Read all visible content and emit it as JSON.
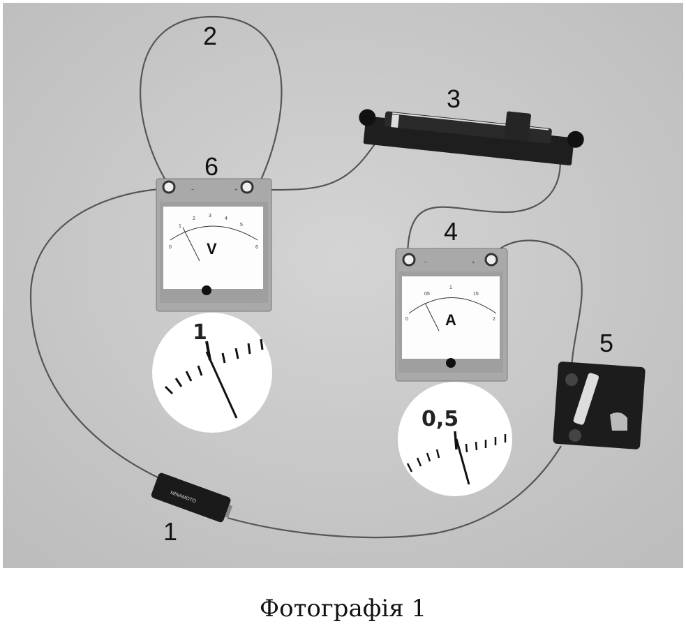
{
  "photo": {
    "labels": {
      "battery": "1",
      "wire_loop": "2",
      "rheostat": "3",
      "ammeter": "4",
      "key": "5",
      "voltmeter_terminals": "6"
    },
    "voltmeter": {
      "symbol": "V",
      "scale": [
        "0",
        "1",
        "2",
        "3",
        "4",
        "5",
        "6"
      ],
      "reading_callout": "1",
      "minus": "−",
      "plus": "+"
    },
    "ammeter": {
      "symbol": "A",
      "scale": [
        "0",
        "05",
        "1",
        "15",
        "2"
      ],
      "reading_callout": "0,5",
      "minus": "−",
      "plus": "+"
    },
    "battery_brand": "MINAMOTO",
    "colors": {
      "background": "#c9c9c9",
      "wire": "#555555",
      "device_dark": "#1e1e1e"
    }
  },
  "caption": "Фотографія 1"
}
